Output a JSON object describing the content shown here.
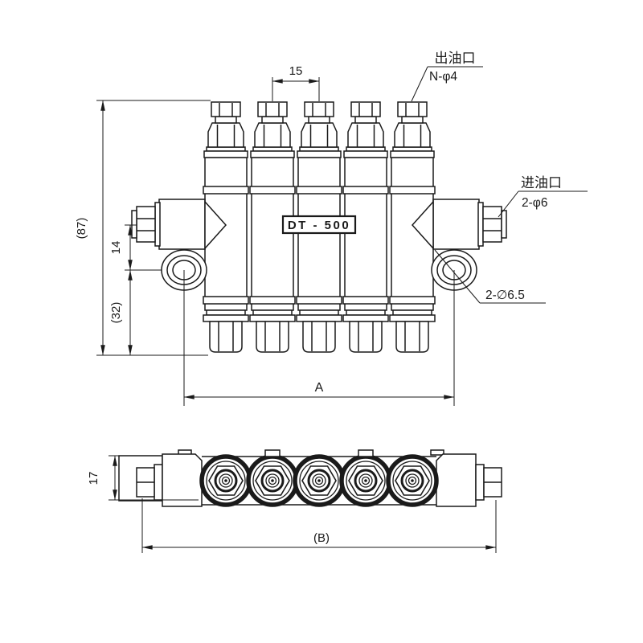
{
  "colors": {
    "line": "#1a1a1a",
    "background": "#ffffff"
  },
  "front_view": {
    "model_label": "DT - 500",
    "callouts": {
      "outlet_title": "出油口",
      "outlet_spec": "N-φ4",
      "inlet_title": "进油口",
      "inlet_spec": "2-φ6",
      "mounting_hole_spec": "2-∅6.5"
    },
    "dimensions": {
      "overall_height": "(87)",
      "port_axis_offset": "14",
      "axis_to_base": "(32)",
      "outlet_spacing": "15",
      "mounting_hole_span": "A"
    }
  },
  "top_view": {
    "dimensions": {
      "body_height": "17",
      "overall_length": "(B)"
    }
  }
}
